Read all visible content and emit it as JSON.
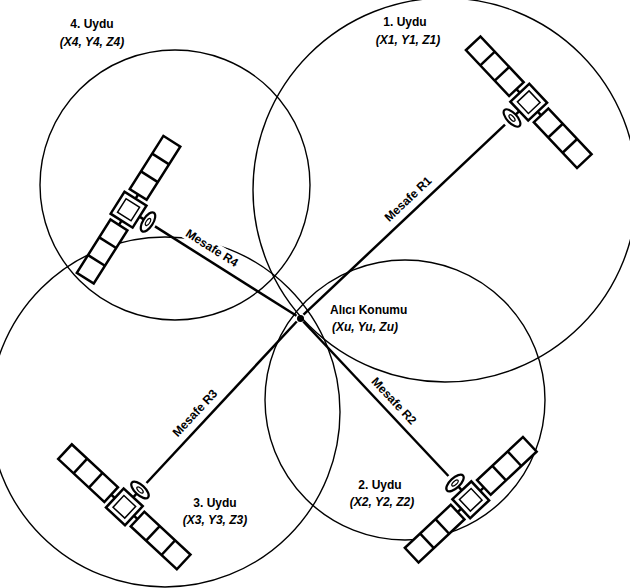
{
  "diagram": {
    "nodes": [
      {
        "text": [
          "4. Uydu",
          "(X4, Y4, Z4)"
        ]
      },
      {
        "text": [
          "1. Uydu",
          "(X1, Y1, Z1)"
        ]
      },
      {
        "text": [
          "Alıcı Konumu",
          "(Xu, Yu, Zu)"
        ]
      },
      {
        "text": [
          "2. Uydu",
          "(X2, Y2, Z2)"
        ]
      },
      {
        "text": [
          "3. Uydu",
          "(X3, Y3, Z3)"
        ]
      }
    ],
    "edges": [
      {
        "from": 2,
        "to": 1,
        "arrow": "none",
        "label": "Mesafe R1"
      },
      {
        "from": 2,
        "to": 3,
        "arrow": "none",
        "label": "Mesafe R2"
      },
      {
        "from": 2,
        "to": 4,
        "arrow": "none",
        "label": "Mesafe R3"
      },
      {
        "from": 2,
        "to": 0,
        "arrow": "none",
        "label": "Mesafe R4"
      }
    ]
  }
}
